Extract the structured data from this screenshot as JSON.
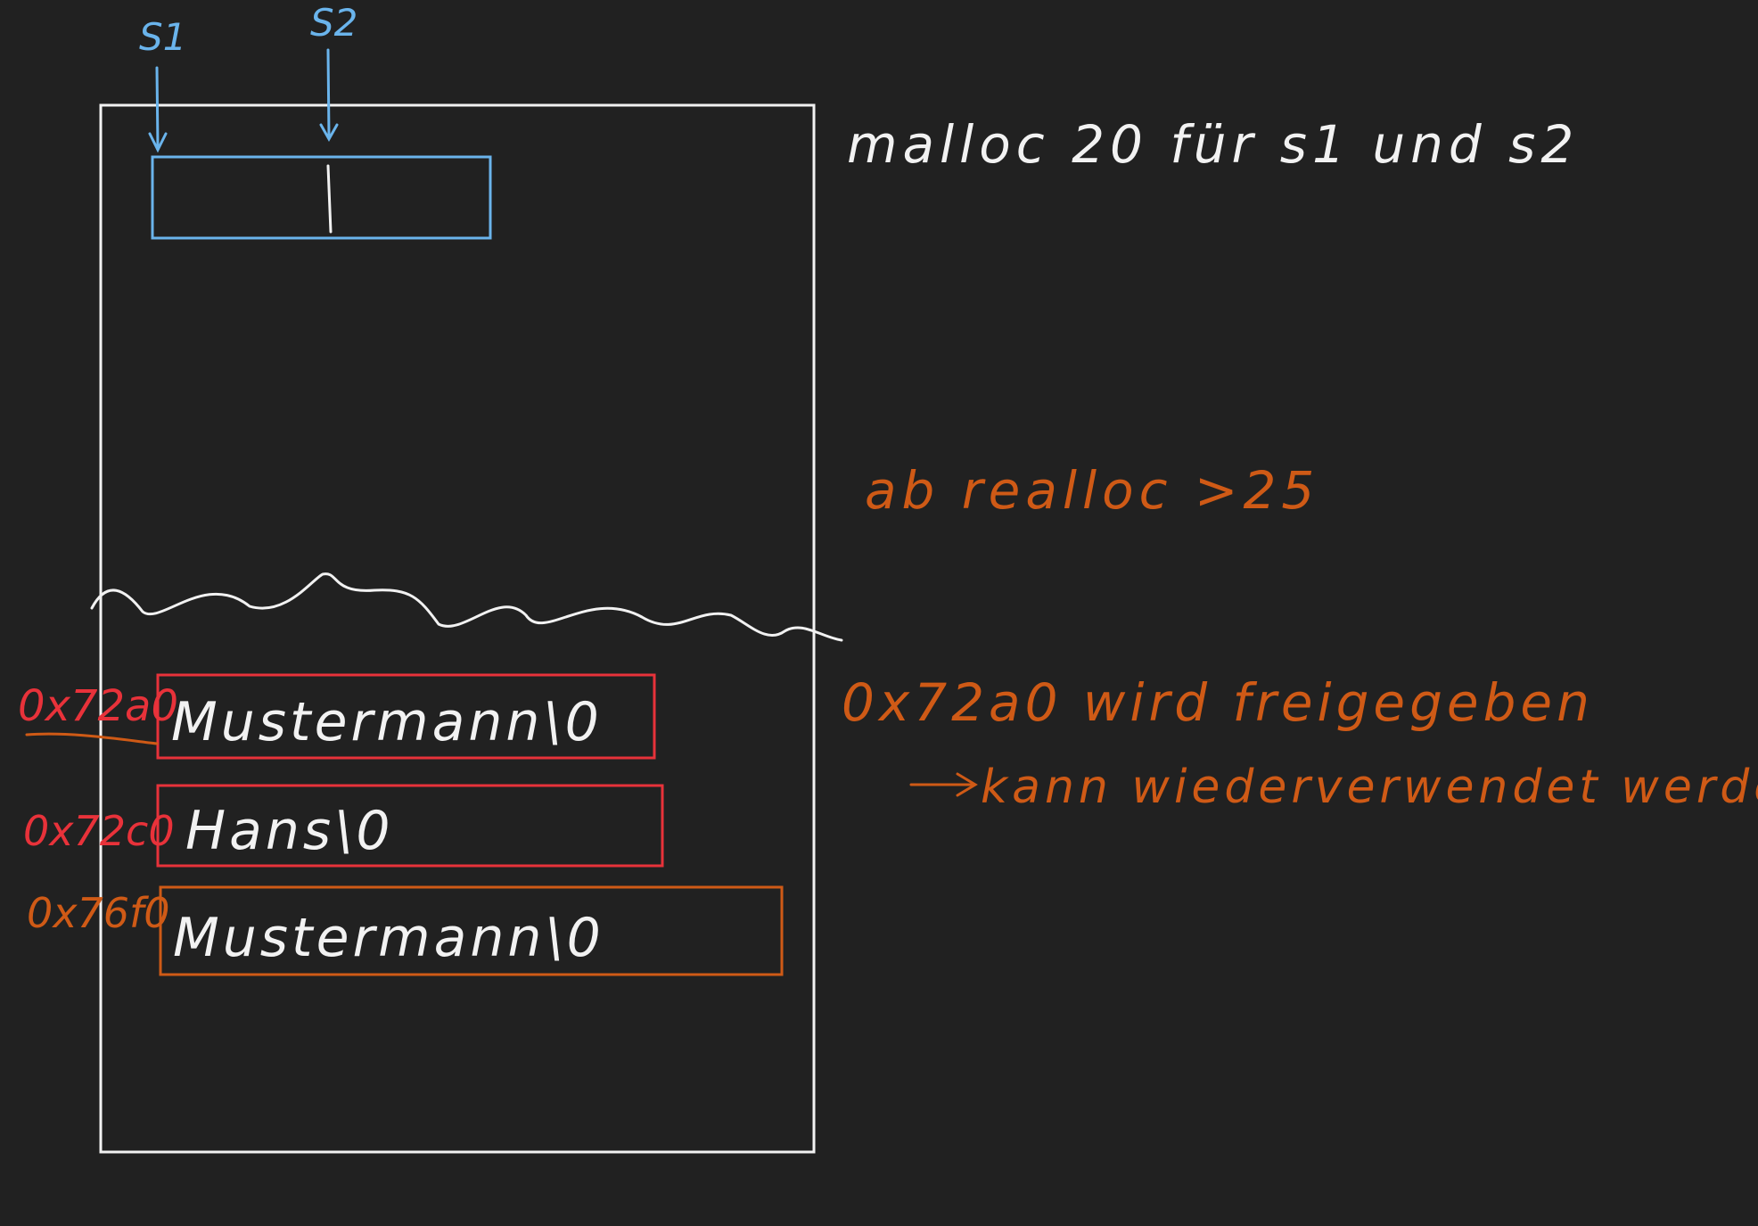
{
  "colors": {
    "background": "#212121",
    "white": "#f2f2f2",
    "blue": "#6ab4ec",
    "red": "#e8323a",
    "orange": "#cf5a16"
  },
  "pointers": {
    "s1": "S1",
    "s2": "S2"
  },
  "notes": {
    "malloc": "malloc 20 für s1 und s2",
    "realloc": "ab realloc >25",
    "freed": "0x72a0 wird freigegeben",
    "reuse": "kann wiederverwendet werden!"
  },
  "blocks": [
    {
      "address": "0x72a0",
      "content": "Mustermann\\0",
      "color": "red"
    },
    {
      "address": "0x72c0",
      "content": "Hans\\0",
      "color": "red"
    },
    {
      "address": "0x76f0",
      "content": "Mustermann\\0",
      "color": "orange"
    }
  ]
}
